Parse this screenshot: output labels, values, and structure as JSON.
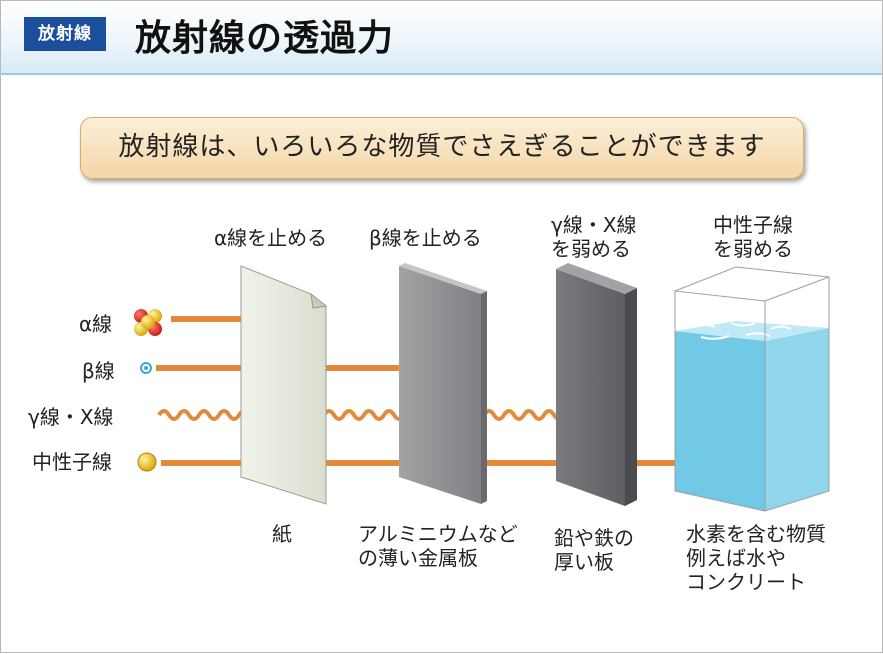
{
  "header": {
    "badge": "放射線",
    "title": "放射線の透過力"
  },
  "banner": {
    "text": "放射線は、いろいろな物質でさえぎることができます"
  },
  "rays": {
    "alpha": "α線",
    "beta": "β線",
    "gamma_x": "γ線・X線",
    "neutron": "中性子線"
  },
  "barriers": {
    "paper": {
      "effect": "α線を止める",
      "material": "紙"
    },
    "aluminum": {
      "effect": "β線を止める",
      "material": "アルミニウムなど\nの薄い金属板"
    },
    "lead": {
      "effect": "γ線・X線\nを弱める",
      "material": "鉛や鉄の\n厚い板"
    },
    "water": {
      "effect": "中性子線\nを弱める",
      "material": "水素を含む物質\n例えば水や\nコンクリート"
    }
  },
  "colors": {
    "badge": "#1b4f9c",
    "arrow": "#e2893a",
    "water": "#8fd6ea",
    "paper": "#e6eadb",
    "aluminum": "#8d8d90",
    "lead": "#6e6e72"
  }
}
